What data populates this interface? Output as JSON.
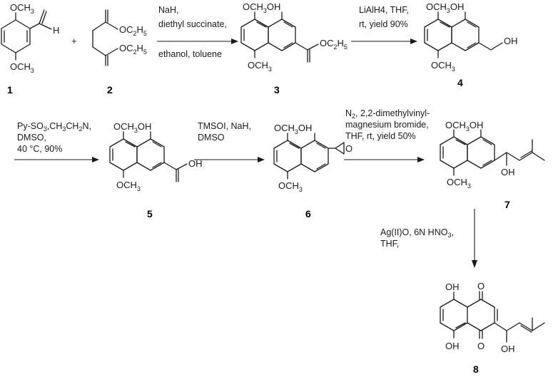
{
  "compounds": {
    "c1": {
      "number": "1",
      "ome_top": "OCH",
      "ome_top_sub": "3",
      "ome_bot": "OCH",
      "ome_bot_sub": "3",
      "h": "H"
    },
    "c2": {
      "number": "2",
      "ester_top": "OC",
      "ester_top_sub1": "2",
      "ester_top_mid": "H",
      "ester_top_sub2": "5",
      "ester_bot": "OC",
      "ester_bot_sub1": "2",
      "ester_bot_mid": "H",
      "ester_bot_sub2": "5"
    },
    "c3": {
      "number": "3",
      "top": "OCH",
      "top_sub": "3",
      "top_oh": "OH",
      "bot": "OCH",
      "bot_sub": "3",
      "ester": "OC",
      "ester_sub1": "2",
      "ester_mid": "H",
      "ester_sub2": "5"
    },
    "c4": {
      "number": "4",
      "top": "OCH",
      "top_sub": "3",
      "top_oh": "OH",
      "bot": "OCH",
      "bot_sub": "3",
      "oh": "OH"
    },
    "c5": {
      "number": "5",
      "top": "OCH",
      "top_sub": "3",
      "top_oh": "OH",
      "bot": "OCH",
      "bot_sub": "3",
      "oh": "OH"
    },
    "c6": {
      "number": "6",
      "top": "OCH",
      "top_sub": "3",
      "top_oh": "OH",
      "bot": "OCH",
      "bot_sub": "3",
      "o": "O"
    },
    "c7": {
      "number": "7",
      "top": "OCH",
      "top_sub": "3",
      "top_oh": "OH",
      "bot": "OCH",
      "bot_sub": "3",
      "oh": "OH"
    },
    "c8": {
      "number": "8",
      "oh_top": "OH",
      "oh_bot": "OH",
      "o_top": "O",
      "o_bot": "O",
      "oh_side": "OH"
    }
  },
  "plus": "+",
  "conditions": {
    "step1": {
      "line1": "NaH,",
      "line2": "diethyl succinate,",
      "line3": "ethanol, toluene"
    },
    "step2": {
      "line1": "LiAlH4, THF,",
      "line2": "rt, yield 90%"
    },
    "step3": {
      "line1a": "Py-SO",
      "line1b": "3",
      "line1c": ",CH",
      "line1d": "3",
      "line1e": "CH",
      "line1f": "2",
      "line1g": "N,",
      "line2": "DMSO,",
      "line3": "40 °C, 90%"
    },
    "step4": {
      "line1": "TMSOI, NaH,",
      "line2": "DMSO"
    },
    "step5": {
      "line1a": "N",
      "line1b": "2",
      "line1c": ", 2,2-dimethylvinyl-",
      "line2": "magnesium bromide,",
      "line3": "THF, rt, yield 50%"
    },
    "step6": {
      "line1a": "Ag(II)O, 6N HNO",
      "line1b": "3",
      "line1c": ",",
      "line2": "THF,"
    }
  }
}
